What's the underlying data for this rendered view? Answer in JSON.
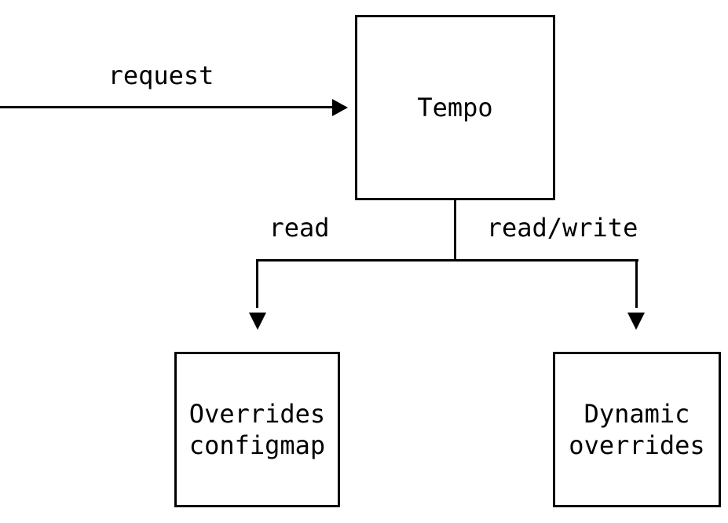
{
  "diagram": {
    "background_color": "#ffffff",
    "line_color": "#000000",
    "text_color": "#000000",
    "nodes": {
      "tempo": {
        "label": "Tempo"
      },
      "overrides_configmap": {
        "label": "Overrides\nconfigmap"
      },
      "dynamic_overrides": {
        "label": "Dynamic\noverrides"
      }
    },
    "edges": {
      "request": {
        "label": "request",
        "from": "external",
        "to": "tempo"
      },
      "read": {
        "label": "read",
        "from": "tempo",
        "to": "overrides_configmap"
      },
      "read_write": {
        "label": "read/write",
        "from": "tempo",
        "to": "dynamic_overrides"
      }
    }
  }
}
